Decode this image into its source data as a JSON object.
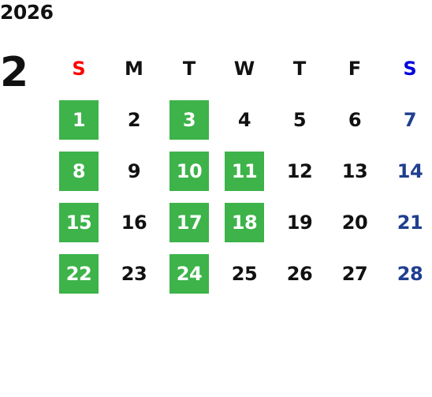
{
  "calendar": {
    "year": "2026",
    "month": "2",
    "weekdays": [
      "S",
      "M",
      "T",
      "W",
      "T",
      "F",
      "S"
    ],
    "weeks": [
      [
        "1",
        "2",
        "3",
        "4",
        "5",
        "6",
        "7"
      ],
      [
        "8",
        "9",
        "10",
        "11",
        "12",
        "13",
        "14"
      ],
      [
        "15",
        "16",
        "17",
        "18",
        "19",
        "20",
        "21"
      ],
      [
        "22",
        "23",
        "24",
        "25",
        "26",
        "27",
        "28"
      ]
    ],
    "highlighted_days": [
      "1",
      "3",
      "8",
      "10",
      "11",
      "15",
      "17",
      "18",
      "22",
      "24"
    ],
    "colors": {
      "text": "#111111",
      "sunday_header": "#ff0000",
      "saturday_header": "#0000dd",
      "saturday_dates": "#1f3f8f",
      "highlight_bg": "#3db34a",
      "highlight_text": "#ffffff"
    }
  }
}
